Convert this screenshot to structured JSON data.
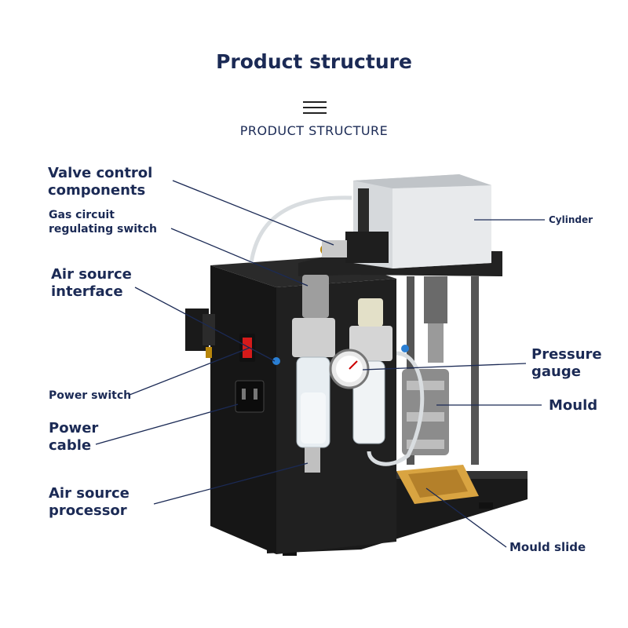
{
  "header": {
    "title": "Product structure",
    "subtitle": "PRODUCT STRUCTURE",
    "menu_icon": "hamburger-menu-icon"
  },
  "labels": {
    "valve_control": "Valve control\ncomponents",
    "gas_circuit": "Gas circuit\nregulating switch",
    "air_source_interface": "Air source\ninterface",
    "power_switch": "Power switch",
    "power_cable": "Power\ncable",
    "air_source_processor": "Air source\nprocessor",
    "cylinder": "Cylinder",
    "pressure_gauge": "Pressure\ngauge",
    "mould": "Mould",
    "mould_slide": "Mould slide"
  },
  "colors": {
    "text": "#1b2a55",
    "leader_line": "#1b2a55",
    "machine_body": "#1c1c1c",
    "cylinder": "#d6d9dc",
    "mould_slide": "#d9a441"
  }
}
